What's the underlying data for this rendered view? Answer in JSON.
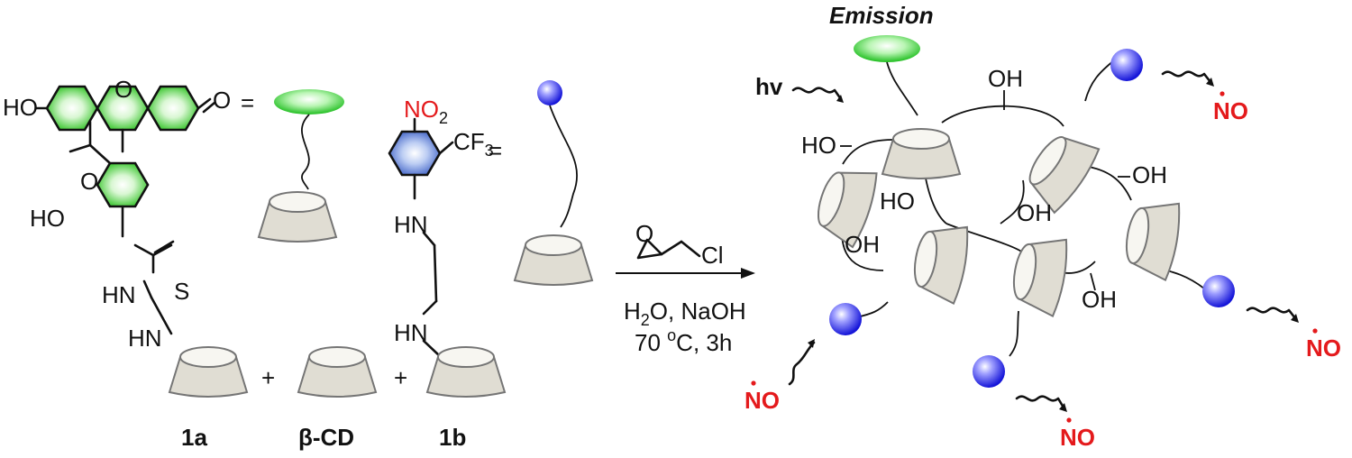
{
  "labels": {
    "emission": "Emission",
    "hv": "hv",
    "compound_1a": "1a",
    "beta_cd": "β-CD",
    "compound_1b": "1b",
    "plus": "+",
    "equals": "="
  },
  "fluorescein": {
    "ho": "HO",
    "o_ring": "O",
    "o_keto": "O",
    "cooh_o": "O",
    "cooh_ho": "HO",
    "thiourea_nh1": "HN",
    "thiourea_s": "S",
    "thiourea_nh2": "HN"
  },
  "nitro_compound": {
    "no2": "NO",
    "no2_sub": "2",
    "cf3": "CF",
    "cf3_sub": "3",
    "hn_top": "HN",
    "hn_bottom": "HN"
  },
  "reaction": {
    "reagent": "Cl",
    "conditions_line1_pre": "H",
    "conditions_line1_sub": "2",
    "conditions_line1_post": "O, NaOH",
    "conditions_line2_pre": "70 ",
    "conditions_line2_sup": "o",
    "conditions_line2_post": "C, 3h"
  },
  "product": {
    "hydroxyls": [
      "OH",
      "HO",
      "OH",
      "HO",
      "OH",
      "OH",
      "OH"
    ],
    "no_label": "NO"
  },
  "colors": {
    "fluorophore": "#22cc22",
    "nitro_unit": "#2222ee",
    "no_radical": "#e41a1c",
    "cyclodextrin": "#e0ddd3"
  }
}
